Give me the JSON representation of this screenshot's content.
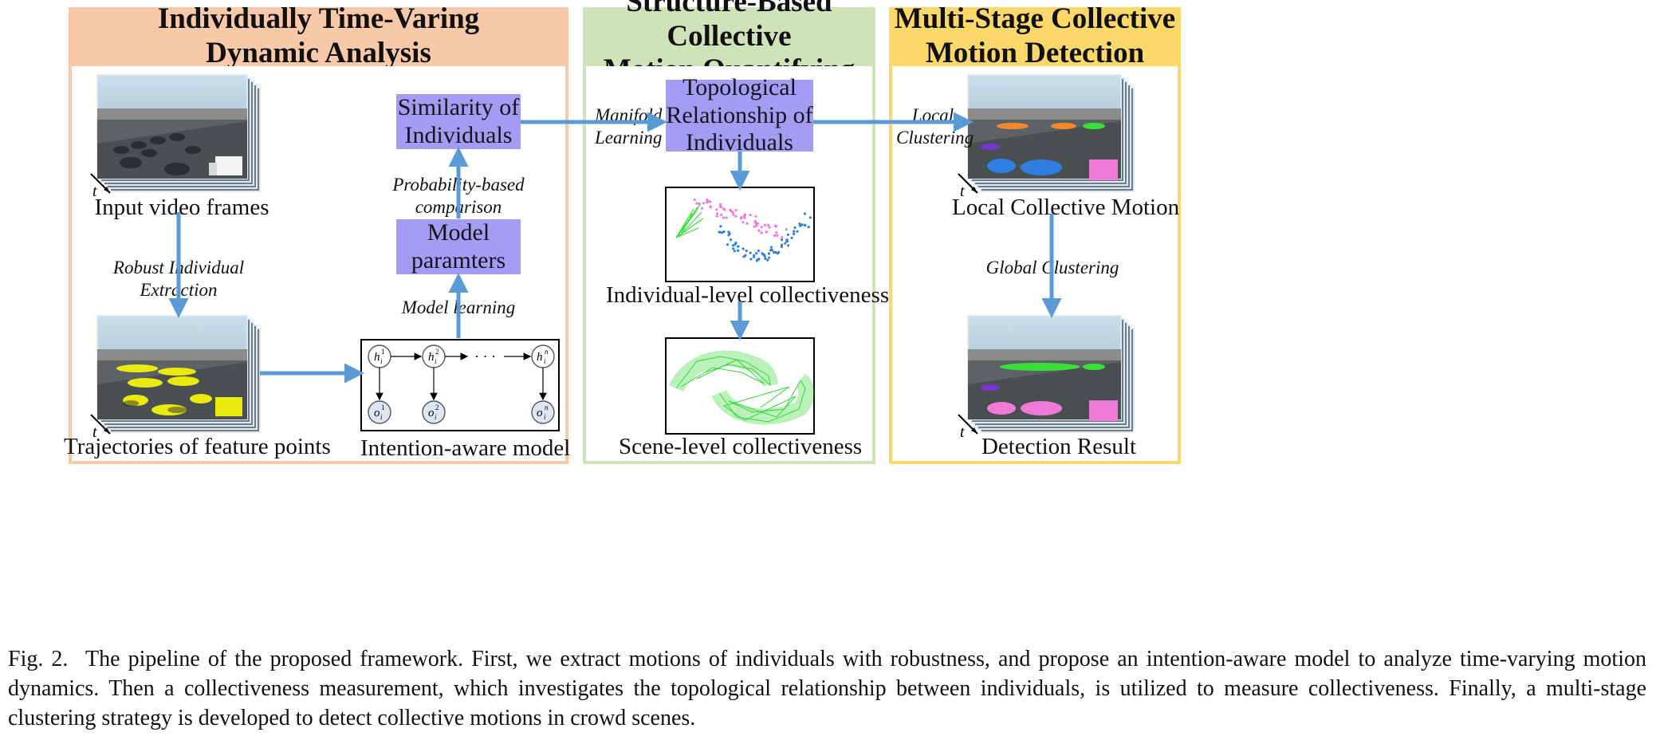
{
  "panels": {
    "analysis": {
      "title": "Individually Time-Varing\nDynamic Analysis",
      "header_color": "#f8c9a9",
      "border_color": "#f2b893"
    },
    "quantify": {
      "title": "Structure-Based Collective\nMotion Quantifying",
      "header_color": "#cfe3b8",
      "border_color": "#c2dcaa"
    },
    "detection": {
      "title": "Multi-Stage Collective\nMotion Detection",
      "header_color": "#fcd86b",
      "border_color": "#f8cc4f"
    }
  },
  "boxes": {
    "similarity": "Similarity of\nIndividuals",
    "model_params": "Model\nparamters",
    "topological": "Topological\nRelationship of\nIndividuals"
  },
  "captions": {
    "input_frames": "Input video frames",
    "trajectories": "Trajectories of feature points",
    "intention_model": "Intention-aware model",
    "individual_level": "Individual-level collectiveness",
    "scene_level": "Scene-level collectiveness",
    "local_motion": "Local Collective Motion",
    "detection_result": "Detection Result"
  },
  "edge_labels": {
    "robust_extraction": "Robust Individual Extraction",
    "probability_comparison": "Probability-based comparison",
    "model_learning": "Model  learning",
    "manifold_learning": "Manifold\nLearning",
    "local_clustering": "Local\nClustering",
    "global_clustering": "Global Clustering"
  },
  "time_axis_label": "t",
  "hmm": {
    "hidden": [
      "h",
      "h",
      "h"
    ],
    "observed": [
      "o",
      "o",
      "o"
    ],
    "superscripts": [
      "1",
      "2",
      "n"
    ],
    "subscript": "i",
    "ellipsis": "· · ·"
  },
  "figure_caption": {
    "label": "Fig. 2.",
    "text": "The pipeline of the proposed framework. First, we extract motions of individuals with robustness, and propose an intention-aware model to analyze time-varying motion dynamics. Then a collectiveness measurement, which investigates the topological relationship between individuals, is utilized to measure collectiveness. Finally, a multi-stage clustering strategy is developed to detect collective motions in crowd scenes."
  },
  "colors": {
    "arrow": "#5b9bd5",
    "purple_box": "#a29cf2",
    "feature_yellow": "#f2f20a",
    "cluster_pink": "#f07ad8",
    "cluster_blue": "#2f7fe0",
    "cluster_green": "#38e038"
  }
}
